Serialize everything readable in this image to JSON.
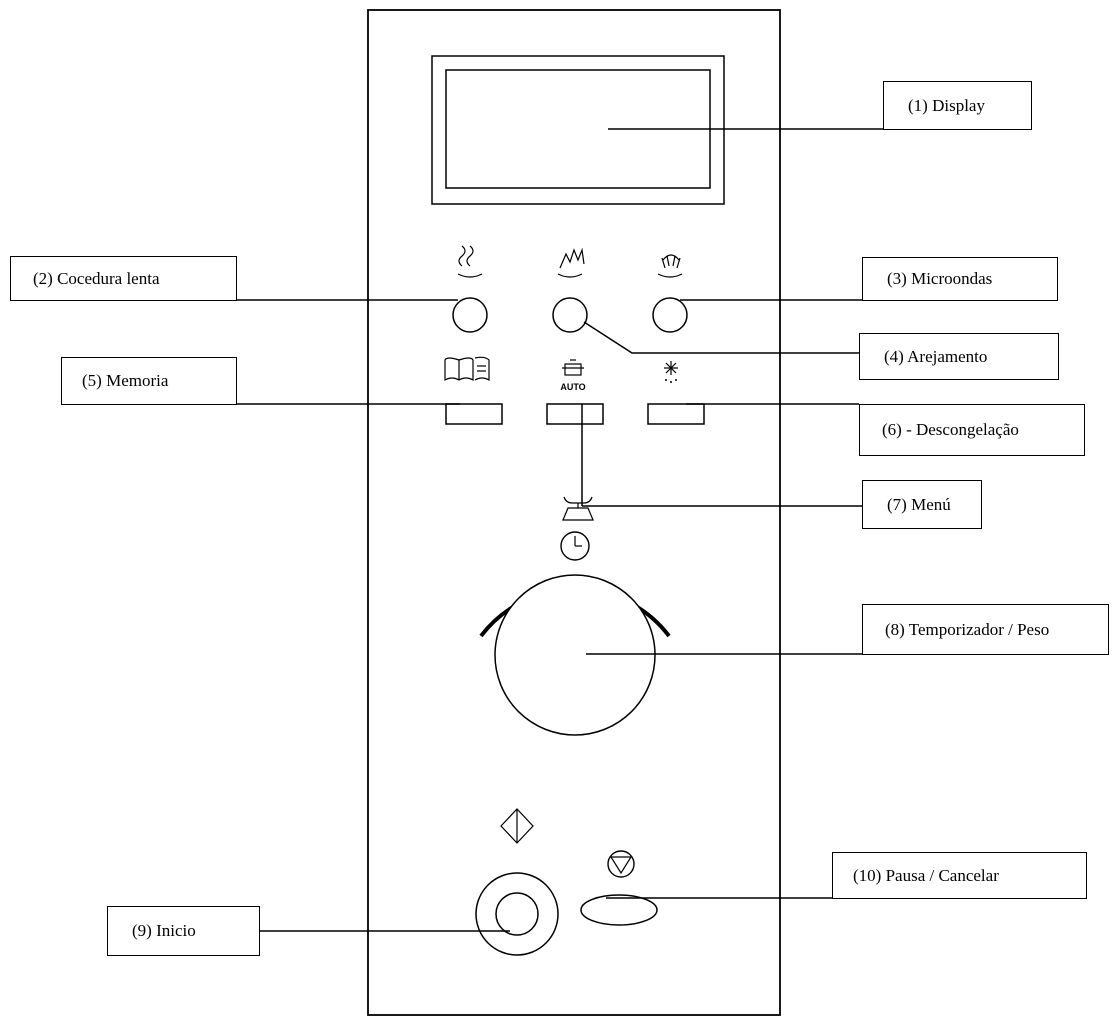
{
  "callouts": {
    "display": "(1) Display",
    "slow_cook": "(2)  Cocedura lenta",
    "microwave": "(3) Microondas",
    "cooling": "(4) Arejamento",
    "memory": "(5) Memoria",
    "defrost": "(6) - Descongelação",
    "menu": "(7) Menú",
    "timer_weight": "(8) Temporizador / Peso",
    "start": "(9) Inicio",
    "pause_cancel": "(10) Pausa / Cancelar"
  },
  "panel": {
    "auto_label": "AUTO"
  },
  "icons": [
    "steam-icon",
    "grill-icon",
    "microwave-icon",
    "recipe-book-icon",
    "auto-pot-icon",
    "snowflake-icon",
    "scale-icon",
    "clock-icon",
    "start-diamond-icon",
    "stop-triangle-icon"
  ]
}
